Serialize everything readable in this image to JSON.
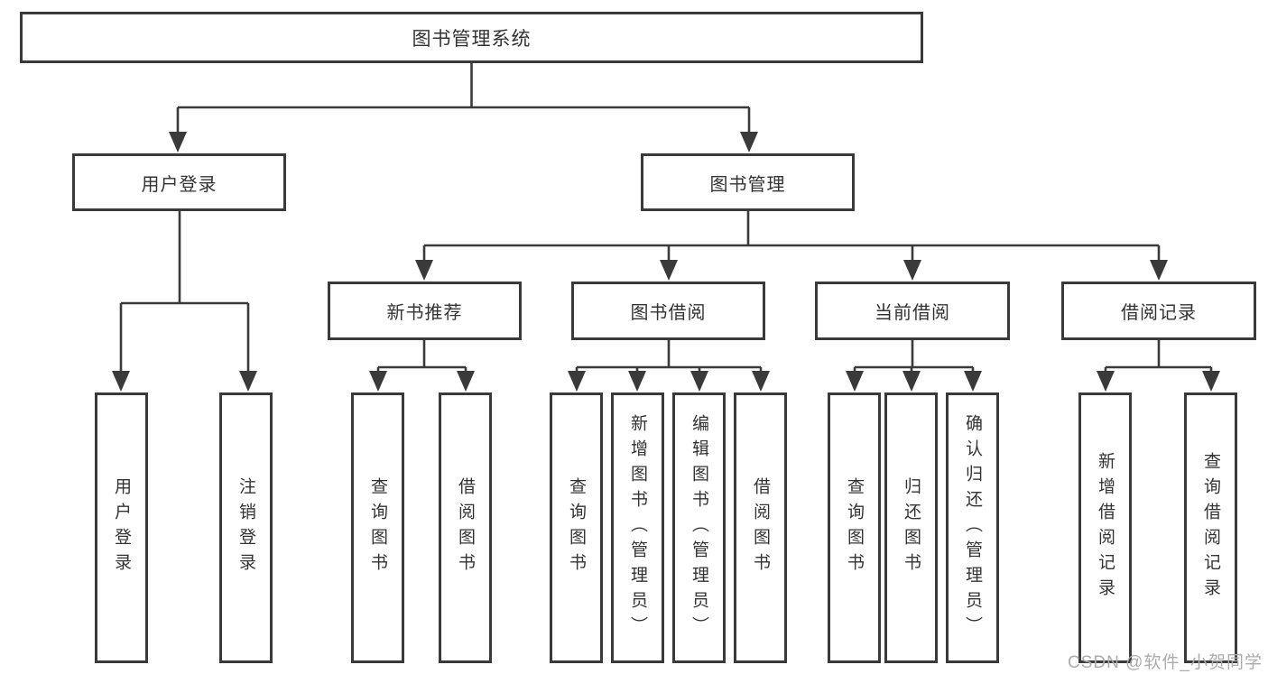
{
  "diagram": {
    "root": {
      "label": "图书管理系统"
    },
    "level2": [
      {
        "label": "用户登录"
      },
      {
        "label": "图书管理"
      }
    ],
    "level3": [
      {
        "label": "新书推荐"
      },
      {
        "label": "图书借阅"
      },
      {
        "label": "当前借阅"
      },
      {
        "label": "借阅记录"
      }
    ],
    "leaves": [
      {
        "label": "用户登录"
      },
      {
        "label": "注销登录"
      },
      {
        "label": "查询图书"
      },
      {
        "label": "借阅图书"
      },
      {
        "label": "查询图书"
      },
      {
        "label": "新增图书（管理员）"
      },
      {
        "label": "编辑图书（管理员）"
      },
      {
        "label": "借阅图书"
      },
      {
        "label": "查询图书"
      },
      {
        "label": "归还图书"
      },
      {
        "label": "确认归还（管理员）"
      },
      {
        "label": "新增借阅记录"
      },
      {
        "label": "查询借阅记录"
      }
    ]
  },
  "watermark": {
    "text": "CSDN @软件_小贺同学"
  },
  "colors": {
    "line": "#3a3a3a",
    "text": "#333333",
    "background": "#ffffff",
    "watermark": "#acacac"
  }
}
